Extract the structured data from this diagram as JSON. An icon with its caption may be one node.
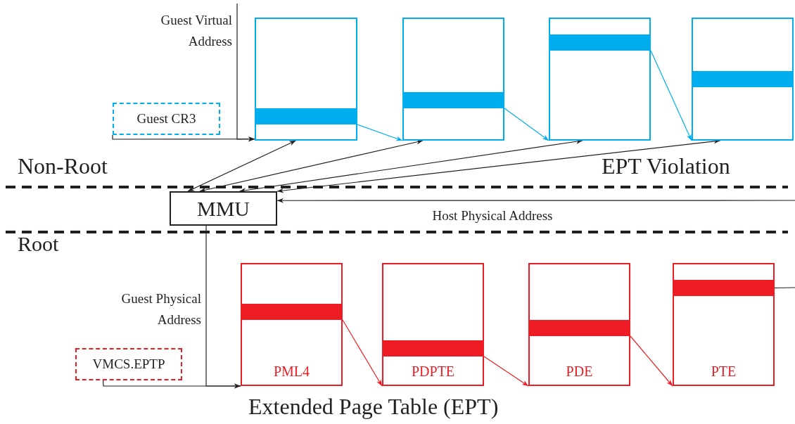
{
  "diagram": {
    "nodes": [
      {
        "text": [
          "Guest CR3"
        ]
      },
      {
        "text": [],
        "shape": "box"
      },
      {
        "text": [],
        "shape": "bar",
        "in": 1
      },
      {
        "text": [],
        "shape": "box"
      },
      {
        "text": [],
        "shape": "bar",
        "in": 3
      },
      {
        "text": [],
        "shape": "box"
      },
      {
        "text": [],
        "shape": "bar",
        "in": 5
      },
      {
        "text": [],
        "shape": "box"
      },
      {
        "text": [],
        "shape": "bar",
        "in": 7
      },
      {
        "text": [
          "MMU"
        ]
      },
      {
        "text": [
          "VMCS.EPTP"
        ]
      },
      {
        "text": [
          "PML4"
        ]
      },
      {
        "text": [],
        "shape": "bar",
        "in": 11
      },
      {
        "text": [
          "PDPTE"
        ]
      },
      {
        "text": [],
        "shape": "bar",
        "in": 13
      },
      {
        "text": [
          "PDE"
        ]
      },
      {
        "text": [],
        "shape": "bar",
        "in": 15
      },
      {
        "text": [
          "PTE"
        ]
      },
      {
        "text": [],
        "shape": "bar",
        "in": 17
      }
    ],
    "edges": [
      {
        "from": 0,
        "to": 1,
        "arrow": "to"
      },
      {
        "from": null,
        "to": 1,
        "arrow": "to",
        "label": "Guest Virtual Address"
      },
      {
        "from": 2,
        "to": 3,
        "arrow": "to",
        "color": "#00aeef"
      },
      {
        "from": 4,
        "to": 5,
        "arrow": "to",
        "color": "#00aeef"
      },
      {
        "from": 6,
        "to": 7,
        "arrow": "to",
        "color": "#00aeef"
      },
      {
        "from": 9,
        "to": 1,
        "arrow": "both"
      },
      {
        "from": 9,
        "to": 3,
        "arrow": "both"
      },
      {
        "from": 9,
        "to": 5,
        "arrow": "both"
      },
      {
        "from": 9,
        "to": 7,
        "arrow": "both"
      },
      {
        "from": null,
        "to": 9,
        "arrow": "to",
        "label": "Host Physical Address"
      },
      {
        "from": 9,
        "to": 11,
        "arrow": "to",
        "label": "Guest Physical Address"
      },
      {
        "from": 10,
        "to": 11,
        "arrow": "to"
      },
      {
        "from": 12,
        "to": 13,
        "arrow": "to",
        "color": "#ed1c24"
      },
      {
        "from": 14,
        "to": 15,
        "arrow": "to",
        "color": "#ed1c24"
      },
      {
        "from": 16,
        "to": 17,
        "arrow": "to",
        "color": "#ed1c24"
      },
      {
        "from": 18,
        "to": null,
        "arrow": "none"
      }
    ],
    "labels": [
      "Non-Root",
      "EPT Violation",
      "Root",
      "Extended Page Table (EPT)"
    ]
  }
}
